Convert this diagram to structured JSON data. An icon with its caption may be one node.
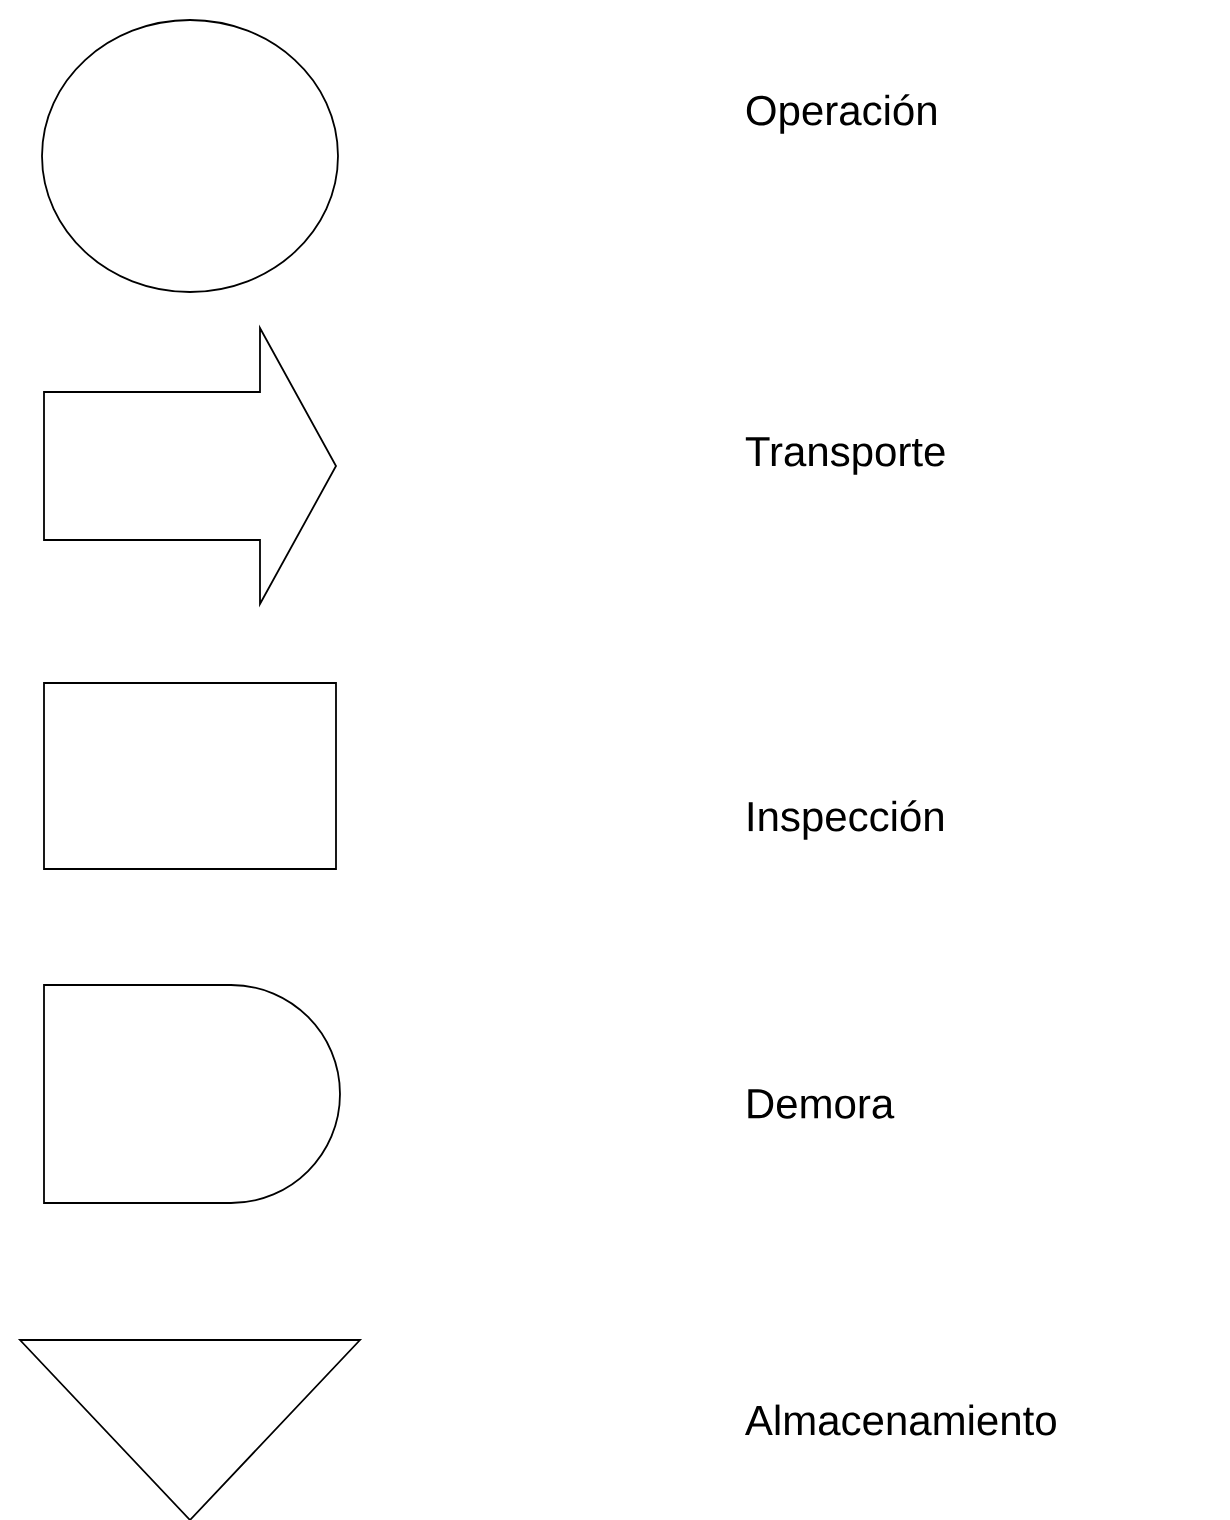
{
  "diagram": {
    "nodes": [
      {
        "text": [],
        "shape": "circle"
      },
      {
        "text": [],
        "shape": "arrow"
      },
      {
        "text": [],
        "shape": "box"
      },
      {
        "text": [],
        "shape": "delay"
      },
      {
        "text": [],
        "shape": "triangle"
      }
    ],
    "labels": [
      "Operación",
      "Transporte",
      "Inspección",
      "Demora",
      "Almacenamiento"
    ]
  }
}
